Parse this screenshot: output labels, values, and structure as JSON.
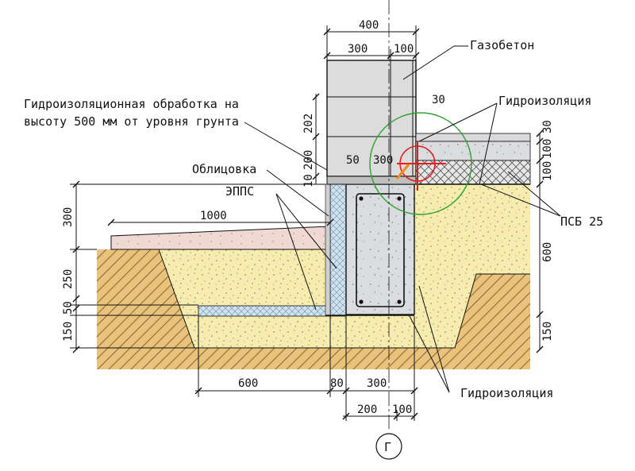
{
  "labels": {
    "gazobeton": "Газобетон",
    "hydro_note_line1": "Гидроизоляционная обработка на",
    "hydro_note_line2": "высоту 500 мм от уровня грунта",
    "oblitsovka": "Облицовка",
    "epps": "ЭППС",
    "gidroizolyatsiya_top": "Гидроизоляция",
    "psb": "ПСБ 25",
    "gidroizolyatsiya_bottom": "Гидроизоляция",
    "axis": "Г"
  },
  "dimensions": {
    "top_total": "400",
    "top_300": "300",
    "top_100": "100",
    "d30_top": "30",
    "left_202": "202",
    "left_200": "200",
    "left_10": "10",
    "in_50": "50",
    "in_300": "300",
    "right_30": "30",
    "right_100a": "100",
    "right_100b": "100",
    "left_300": "300",
    "d1000": "1000",
    "right_600": "600",
    "left_250": "250",
    "left_50": "50",
    "left_150": "150",
    "right_150": "150",
    "bot_600": "600",
    "bot_80": "80",
    "bot_300": "300",
    "bot_200": "200",
    "bot_100": "100"
  },
  "colors": {
    "sand": "#f5ecae",
    "soil": "#e9c27c",
    "concrete": "#dadce0",
    "epps": "#cfe2ee",
    "slab": "#efd9d2",
    "screed": "#d9d9d9",
    "detail_circle": "#2ea22e",
    "marker_red": "#e02020",
    "marker_orange": "#f08a10"
  }
}
